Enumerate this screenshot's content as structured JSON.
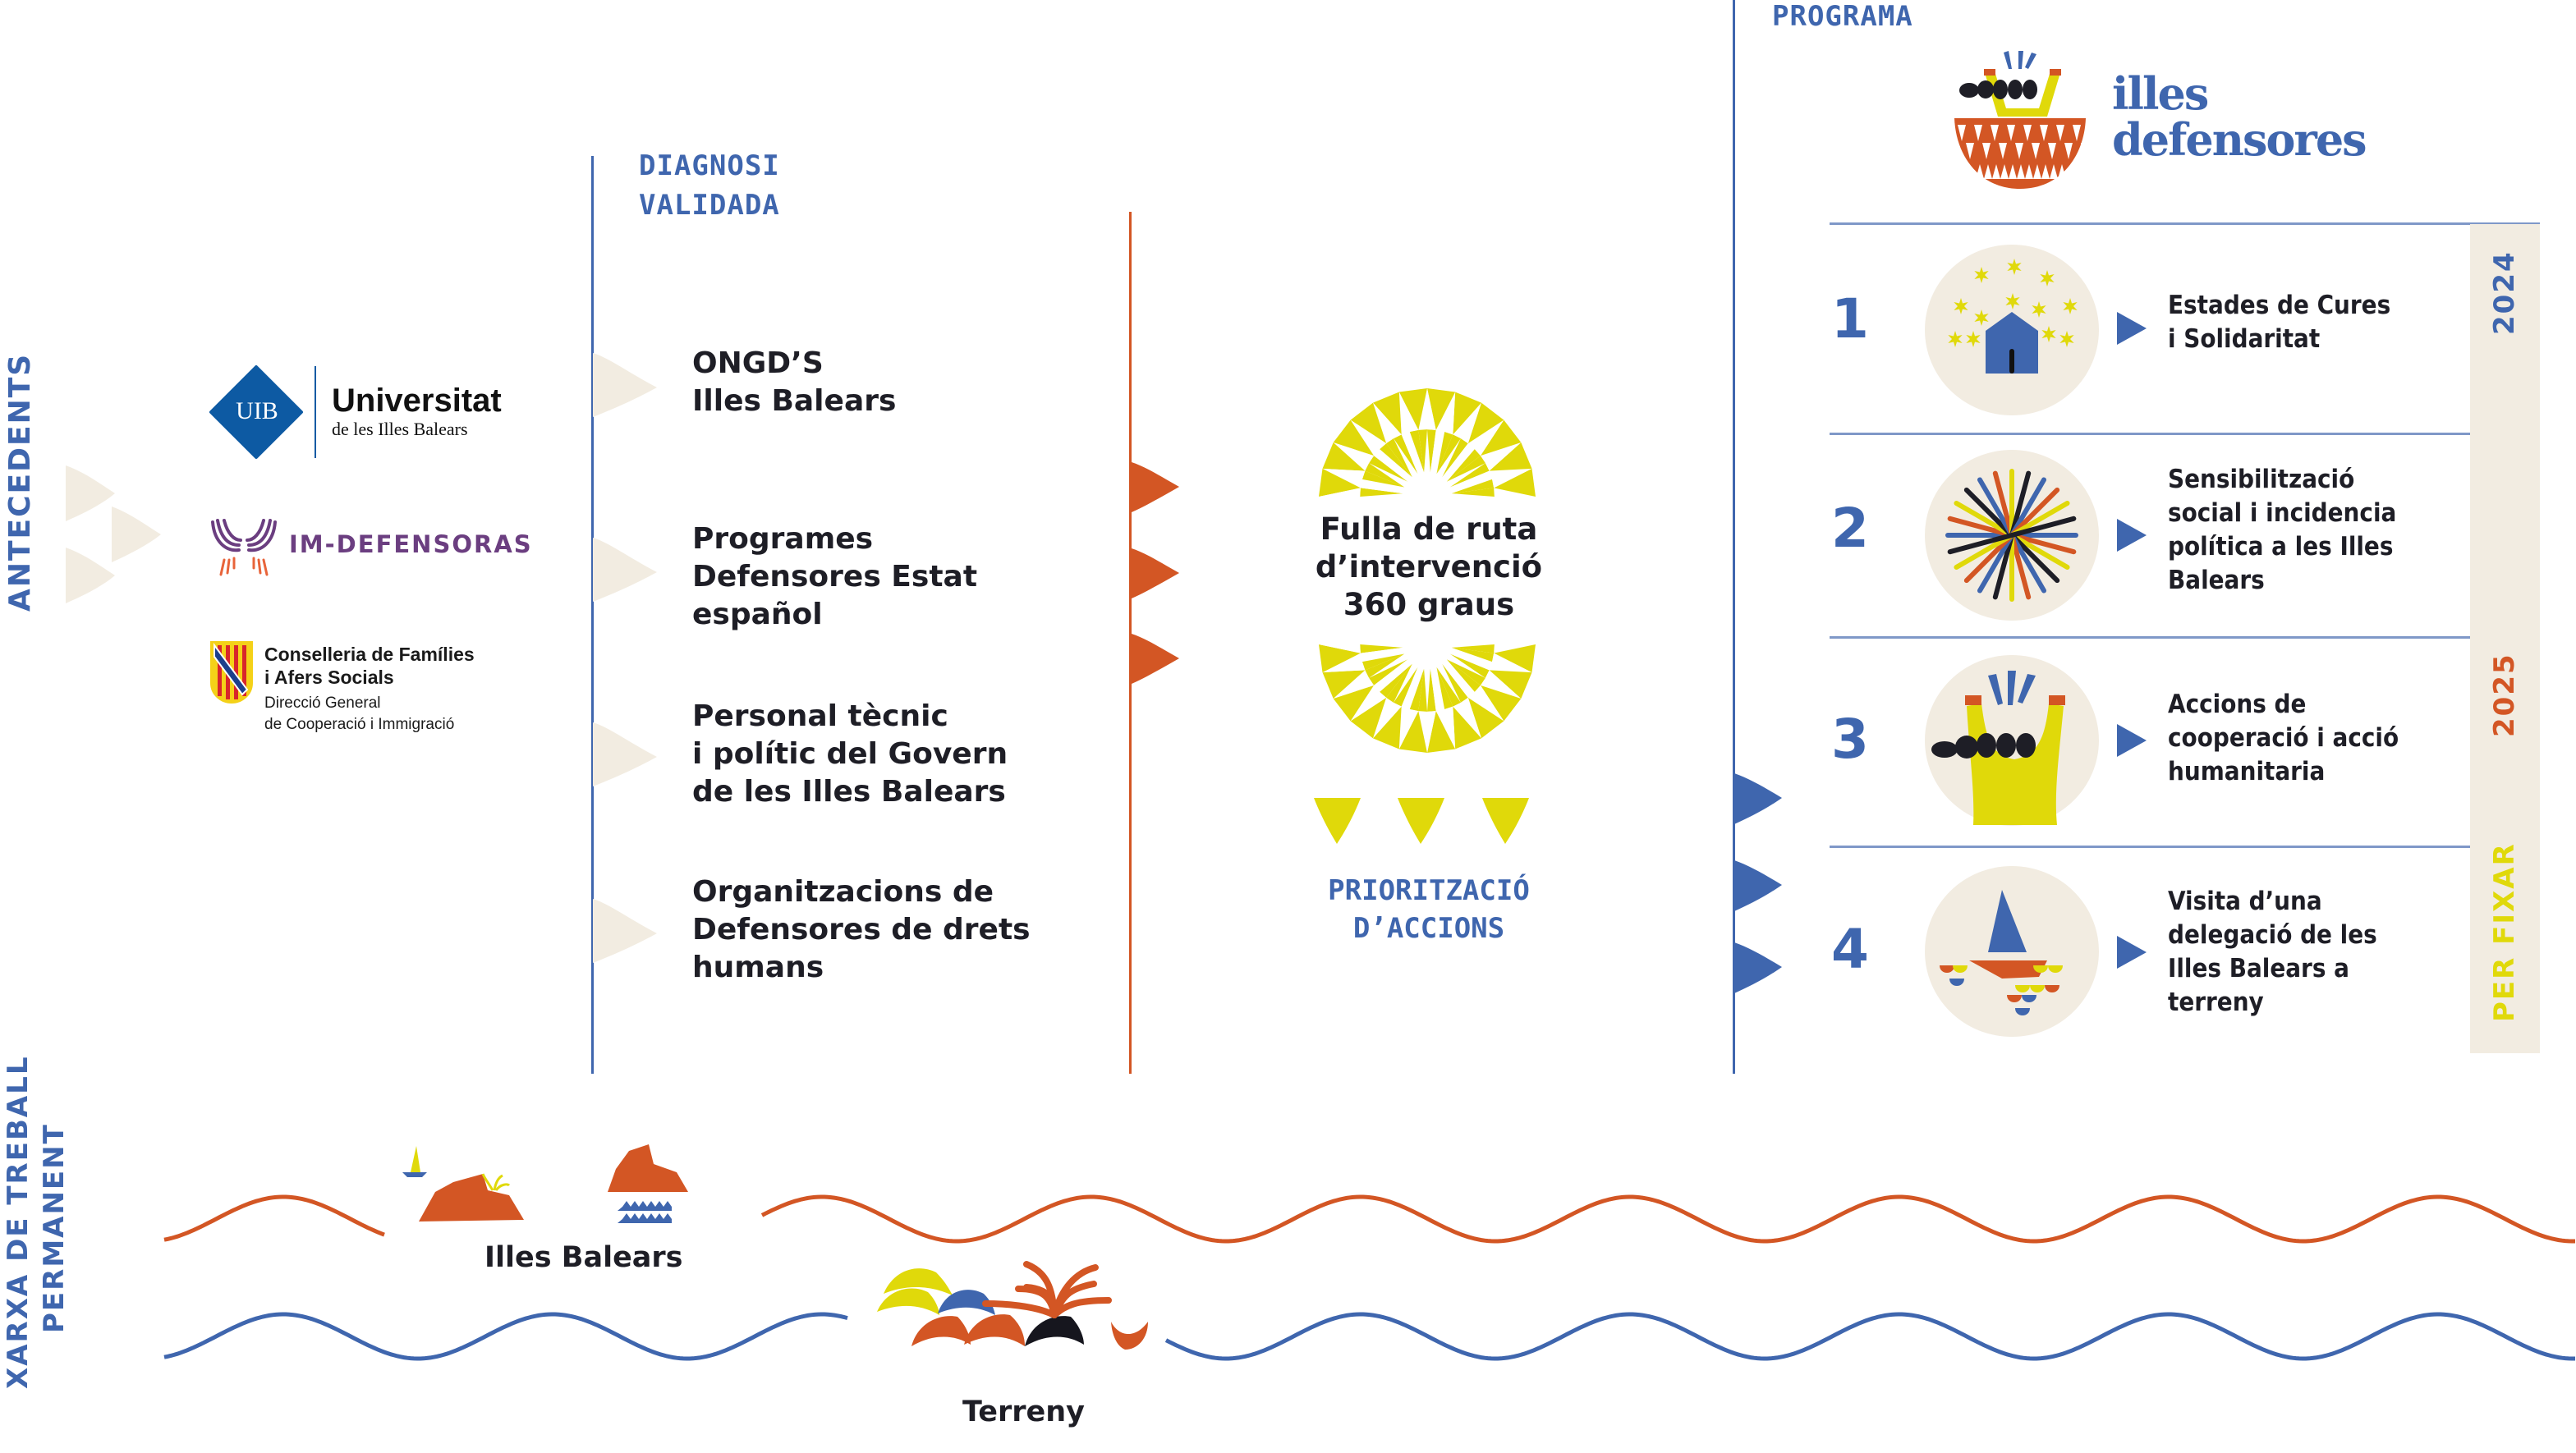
{
  "colors": {
    "blue": "#3f66ae",
    "orange": "#d35624",
    "yellow": "#e0d90a",
    "beige": "#f2ece1",
    "dark": "#1e1e26",
    "purple": "#6b3e80"
  },
  "sections": {
    "antecedents": "ANTECEDENTS",
    "diagnosi": [
      "DIAGNOSI",
      "VALIDADA"
    ],
    "programa": "PROGRAMA",
    "xarxa": [
      "XARXA DE TREBALL",
      "PERMANENT"
    ]
  },
  "logos": {
    "uib": {
      "mark": "UIB",
      "title": "Universitat",
      "subtitle": "de les Illes Balears"
    },
    "imdefensoras": {
      "name": "IM-DEFENSORAS"
    },
    "conselleria": {
      "line1": "Conselleria de Famílies",
      "line2": "i Afers Socials",
      "line3": "Direcció General",
      "line4": "de Cooperació i Immigració"
    },
    "illes_defensores": {
      "line1": "illes",
      "line2": "defensores"
    }
  },
  "diagnosi_items": [
    {
      "text": "ONGD’S\nIlles Balears"
    },
    {
      "text": "Programes\nDefensores Estat\nespañol"
    },
    {
      "text": "Personal tècnic\ni polític del Govern\nde les Illes Balears"
    },
    {
      "text": "Organitzacions de\nDefensores de drets\nhumans"
    }
  ],
  "roadmap": {
    "title": "Fulla de ruta\nd’intervenció\n360 graus",
    "subtitle": "PRIORITZACIÓ\nD’ACCIONS"
  },
  "program_items": [
    {
      "number": "1",
      "icon": "house-stars-icon",
      "text": "Estades de Cures\ni Solidaritat"
    },
    {
      "number": "2",
      "icon": "starburst-lines-icon",
      "text": "Sensibilització\nsocial i incidencia\npolítica a les Illes\nBalears"
    },
    {
      "number": "3",
      "icon": "raised-arms-icon",
      "text": "Accions de\ncooperació i acció\nhumanitaria"
    },
    {
      "number": "4",
      "icon": "sailboat-icon",
      "text": "Visita d’una\ndelegació de les\nIlles Balears a\nterreny"
    }
  ],
  "timeline": [
    {
      "label": "2024",
      "color": "#3f66ae"
    },
    {
      "label": "2025",
      "color": "#d35624"
    },
    {
      "label": "PER FIXAR",
      "color": "#e0d90a"
    }
  ],
  "network": {
    "islands_label": "Illes Balears",
    "field_label": "Terreny"
  }
}
